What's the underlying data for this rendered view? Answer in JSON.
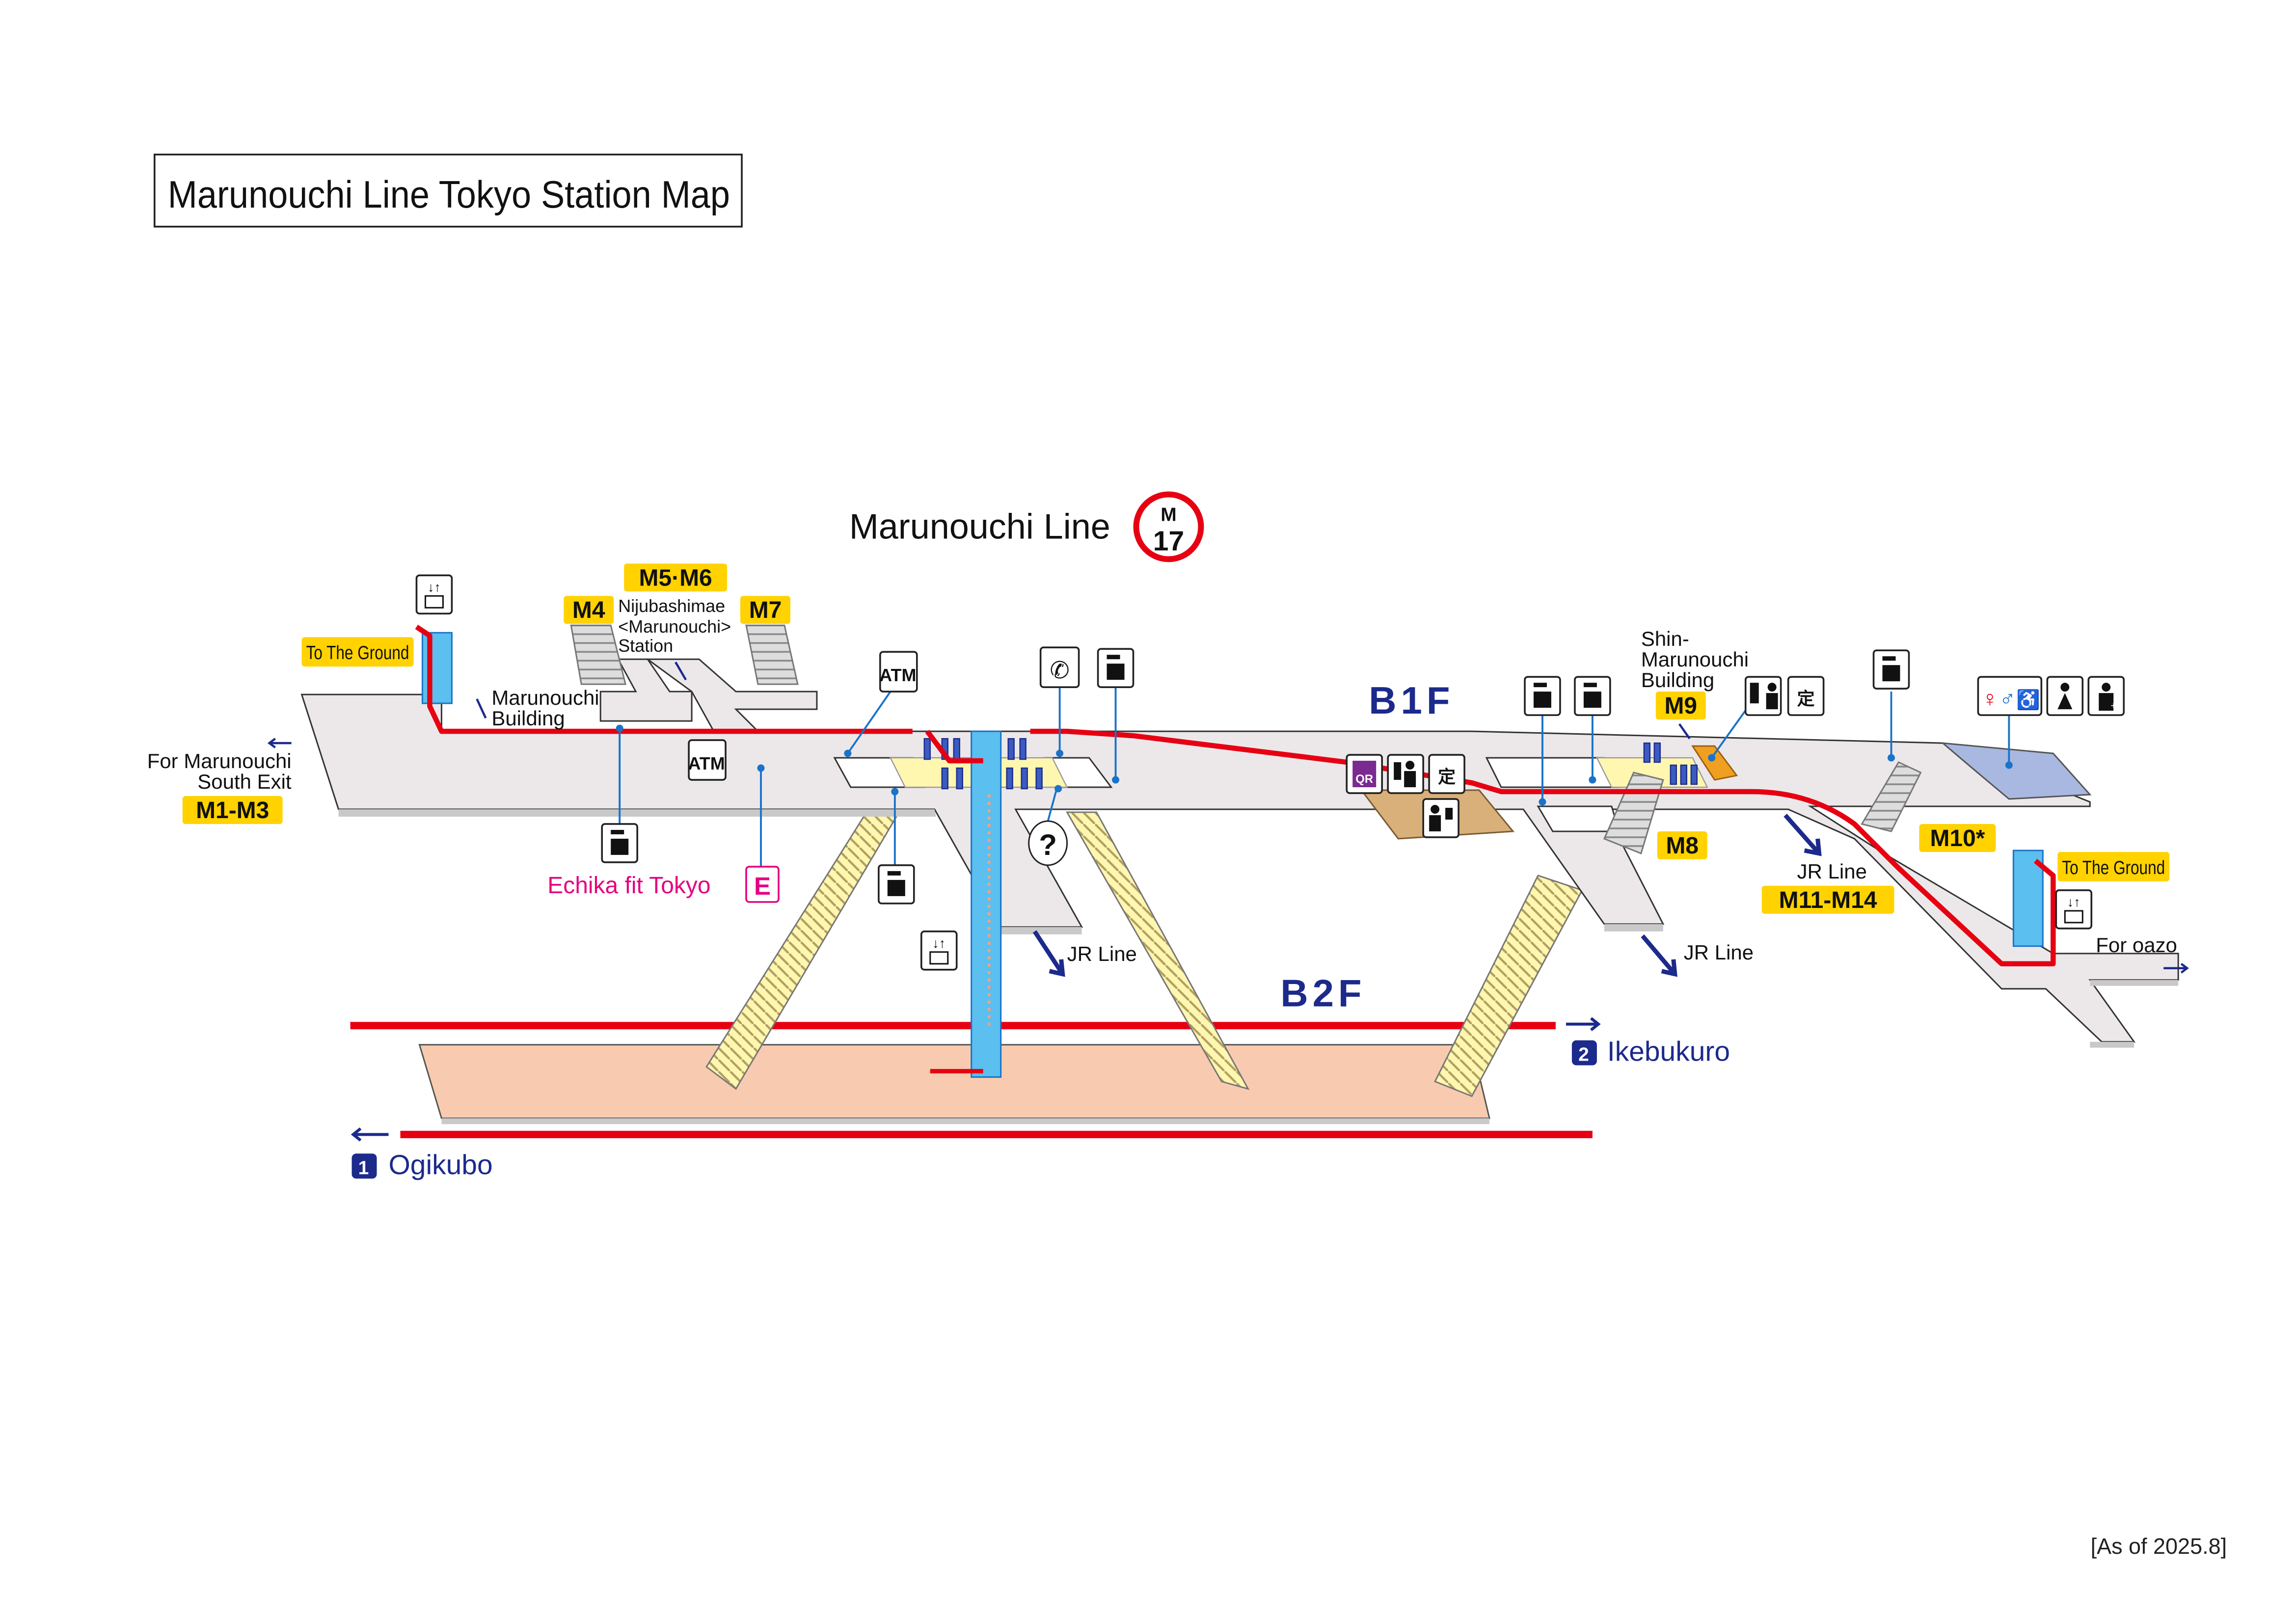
{
  "title": "Marunouchi Line Tokyo Station Map",
  "line": {
    "name": "Marunouchi Line",
    "badge_letter": "M",
    "badge_number": "17",
    "color": "#e60012"
  },
  "floors": {
    "b1f": "B1F",
    "b2f": "B2F"
  },
  "exits": {
    "m1_m3": "M1-M3",
    "m4": "M4",
    "m5_m6": "M5·M6",
    "m7": "M7",
    "m8": "M8",
    "m9": "M9",
    "m10": "M10*",
    "m11_m14": "M11-M14"
  },
  "labels": {
    "to_ground_left": "To The Ground",
    "to_ground_right": "To The Ground",
    "for_south_exit_1": "For Marunouchi",
    "for_south_exit_2": "South Exit",
    "marunouchi_bldg_1": "Marunouchi",
    "marunouchi_bldg_2": "Building",
    "nijubashimae_1": "Nijubashimae",
    "nijubashimae_2": "<Marunouchi>",
    "nijubashimae_3": "Station",
    "shin_maru_1": "Shin-",
    "shin_maru_2": "Marunouchi",
    "shin_maru_3": "Building",
    "echika": "Echika fit Tokyo",
    "echika_badge": "E",
    "jr_line_1": "JR Line",
    "jr_line_2": "JR Line",
    "jr_line_3": "JR Line",
    "for_oazo": "For oazo",
    "atm_1": "ATM",
    "atm_2": "ATM",
    "qr": "QR",
    "teiki_1": "定",
    "teiki_2": "定",
    "info": "?"
  },
  "directions": {
    "ogikubo": {
      "num": "1",
      "name": "Ogikubo"
    },
    "ikebukuro": {
      "num": "2",
      "name": "Ikebukuro"
    }
  },
  "as_of": "[As of 2025.8]",
  "colors": {
    "exit_label": "#ffd200",
    "floor_text": "#1c2a8c",
    "echika": "#e4007f",
    "platform": "#f8cbb0",
    "concourse": "#ece8ea"
  }
}
